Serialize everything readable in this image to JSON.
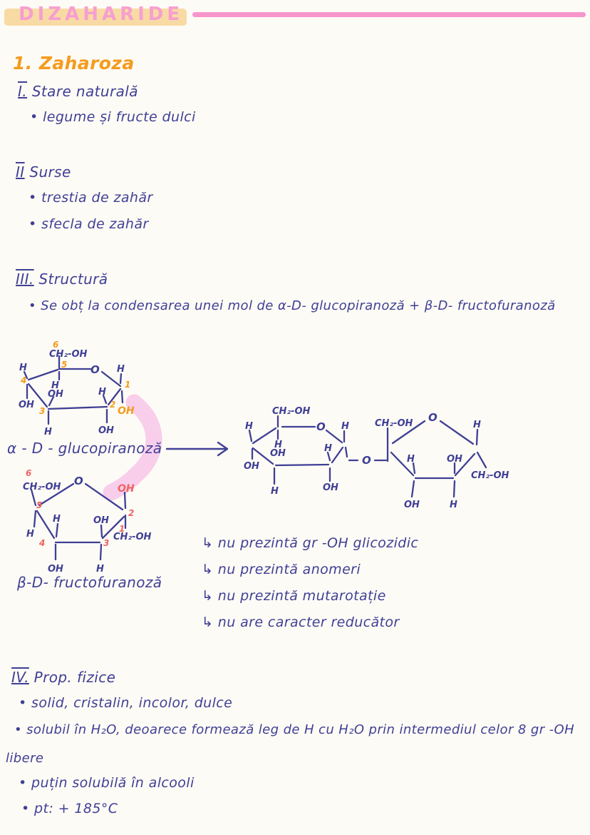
{
  "colors": {
    "background": "#fdfbf5",
    "ink": "#3f3f96",
    "accent_orange": "#f59b1e",
    "accent_red": "#ee6363",
    "title_pink": "#f79fd0",
    "highlight_orange": "#f8dba4",
    "rule_pink": "#f795cc",
    "highlighter_pink": "#f7c6e9"
  },
  "header": {
    "title": "DIZAHARIDE"
  },
  "topic": {
    "number": "1.",
    "name": "Zaharoza"
  },
  "sections": {
    "natural_state": {
      "roman": "I.",
      "title": "Stare naturală",
      "bullets": [
        "• legume și fructe dulci"
      ]
    },
    "sources": {
      "roman": "II",
      "title": "Surse",
      "bullets": [
        "• trestia de zahăr",
        "• sfecla de zahăr"
      ]
    },
    "structure": {
      "roman": "III.",
      "title": "Structură",
      "bullets": [
        "• Se obț la condensarea unei mol de α-D- glucopiranoză + β-D- fructofuranoză"
      ]
    },
    "physical": {
      "roman": "IV.",
      "title": "Prop. fizice",
      "bullets": [
        "• solid, cristalin, incolor, dulce",
        "• solubil în H₂O, deoarece formează leg de H cu H₂O prin intermediul celor 8 gr -OH",
        "libere",
        "• puțin solubilă în alcooli",
        "• pt: + 185°C"
      ]
    }
  },
  "notes": [
    "↳ nu prezintă gr -OH glicozidic",
    "↳ nu prezintă anomeri",
    "↳ nu prezintă mutarotație",
    "↳ nu are caracter reducător"
  ],
  "structures": {
    "glucose": {
      "name": "α - D - glucopiranoză",
      "labels": [
        "6",
        "CH₂-OH",
        "5",
        "O",
        "H",
        "H",
        "4",
        "H",
        "OH",
        "H",
        "1",
        "OH",
        "3",
        "2",
        "OH",
        "H",
        "OH"
      ]
    },
    "fructose": {
      "name": "β-D- fructofuranoză",
      "labels": [
        "6",
        "CH₂-OH",
        "O",
        "OH",
        "5",
        "2",
        "H",
        "OH",
        "1",
        "CH₂-OH",
        "H",
        "4",
        "3",
        "OH",
        "H"
      ]
    },
    "product": {
      "labels": [
        "CH₂-OH",
        "H",
        "O",
        "H",
        "H",
        "OH",
        "H",
        "OH",
        "H",
        "OH",
        "O",
        "CH₂-OH",
        "O",
        "H",
        "H",
        "OH",
        "CH₂-OH",
        "OH",
        "H"
      ]
    }
  }
}
